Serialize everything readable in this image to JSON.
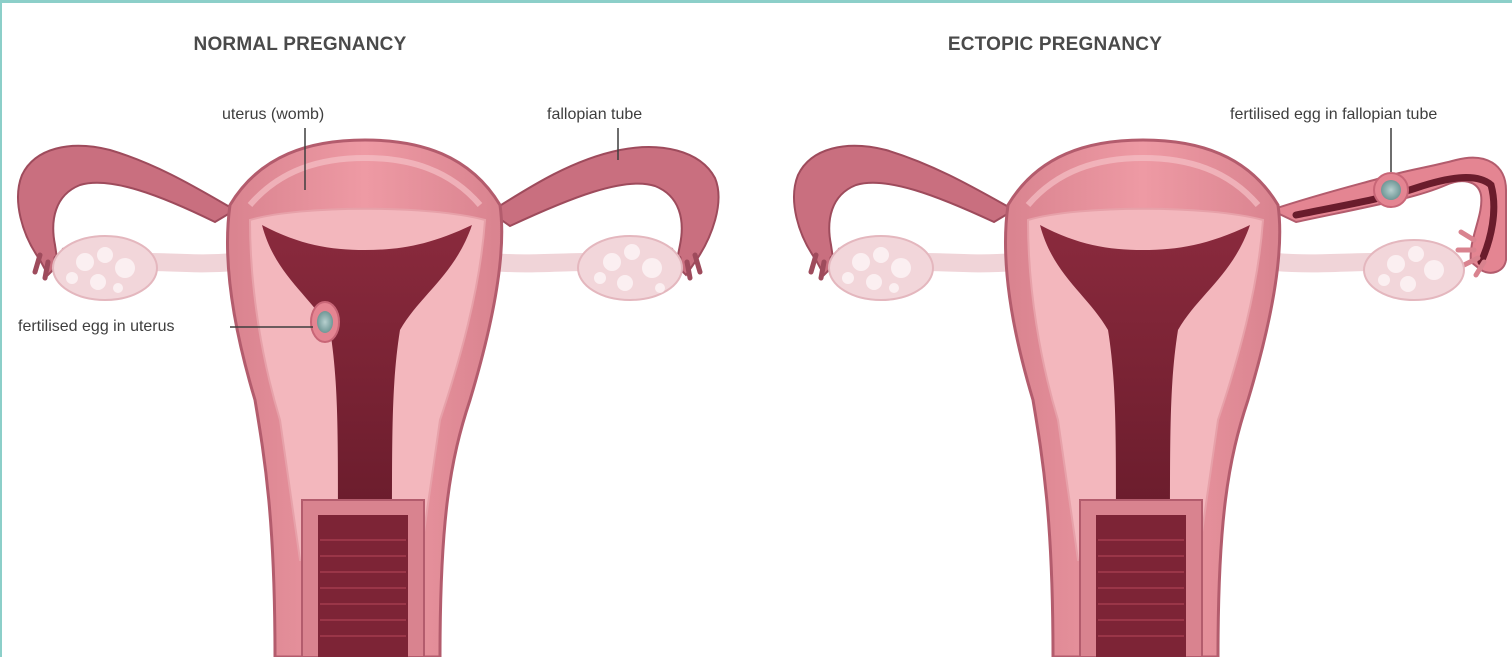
{
  "panels": {
    "normal": {
      "title": "NORMAL PREGNANCY",
      "labels": {
        "uterus": "uterus (womb)",
        "tube": "fallopian tube",
        "egg": "fertilised egg in uterus"
      }
    },
    "ectopic": {
      "title": "ECTOPIC PREGNANCY",
      "labels": {
        "egg": "fertilised egg in fallopian tube"
      }
    }
  },
  "colors": {
    "frame": "#8ccfc9",
    "tissue_outer": "#c96f7f",
    "tissue_mid": "#e4929c",
    "tissue_light": "#f3b7bd",
    "cavity": "#7d2436",
    "ovary": "#f2d6da",
    "egg": "#8fb3b2",
    "leader": "#3e3e3e"
  }
}
